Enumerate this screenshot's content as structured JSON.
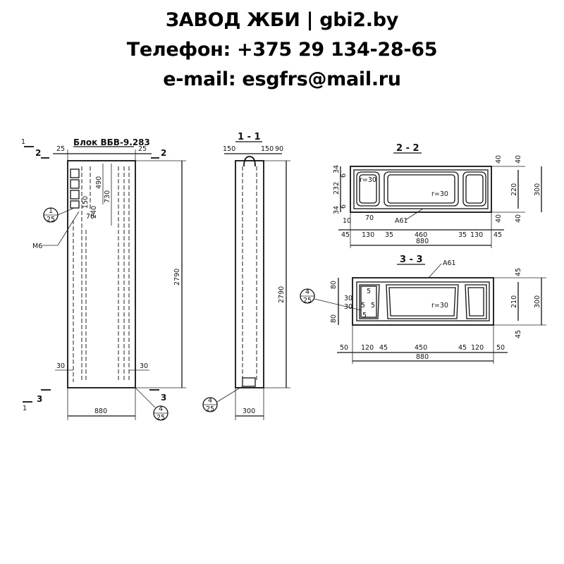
{
  "header": {
    "line1": "ЗАВОД ЖБИ | gbi2.by",
    "line2": "Телефон: +375 29 134-28-65",
    "line3": "e-mail: esgfrs@mail.ru"
  },
  "elevation": {
    "title": "Блок ВБВ-9.283",
    "cut2_left": "2",
    "cut2_right": "2",
    "cut1_top": "1",
    "cut1_bottom": "1",
    "cut3_left": "3",
    "cut3_right": "3",
    "dim_25_left": "25",
    "dim_25_right": "25",
    "dim_490": "490",
    "dim_730": "730",
    "dim_240": "240",
    "dim_150": "150",
    "dim_70": "70",
    "dim_2790": "2790",
    "dim_30_left": "30",
    "dim_30_right": "30",
    "dim_880": "880",
    "label_m6": "М6",
    "callout1_top": "1",
    "callout1_bottom": "25",
    "callout2_top": "4",
    "callout2_bottom": "25"
  },
  "section11": {
    "title": "1 - 1",
    "dim_150a": "150",
    "dim_150b": "150",
    "dim_90": "90",
    "dim_2790": "2790",
    "dim_300": "300",
    "callout_top": "4",
    "callout_bottom": "25"
  },
  "section22": {
    "title": "2 - 2",
    "dim_34a": "34",
    "dim_6a": "6",
    "dim_232": "232",
    "dim_6b": "6",
    "dim_34b": "34",
    "dim_10": "10",
    "dim_70": "70",
    "r1": "r=30",
    "r2": "r=30",
    "label_a61": "А61",
    "dim_40a": "40",
    "dim_40b": "40",
    "dim_220": "220",
    "dim_300": "300",
    "dim_40c": "40",
    "dim_40d": "40",
    "bottom_dims": [
      "45",
      "130",
      "35",
      "460",
      "35",
      "130",
      "45"
    ],
    "dim_880": "880"
  },
  "section33": {
    "title": "3 - 3",
    "label_a61": "А61",
    "dim_80a": "80",
    "dim_30a": "30",
    "dim_30b": "30",
    "dim_80b": "80",
    "dim_5a": "5",
    "dim_5b": "5",
    "dim_5c": "5",
    "dim_5d": "5",
    "r1": "r=30",
    "dim_45a": "45",
    "dim_210": "210",
    "dim_300": "300",
    "dim_45b": "45",
    "callout_top": "4",
    "callout_bottom": "25",
    "bottom_dims": [
      "50",
      "120",
      "45",
      "450",
      "45",
      "120",
      "50"
    ],
    "dim_880": "880"
  }
}
